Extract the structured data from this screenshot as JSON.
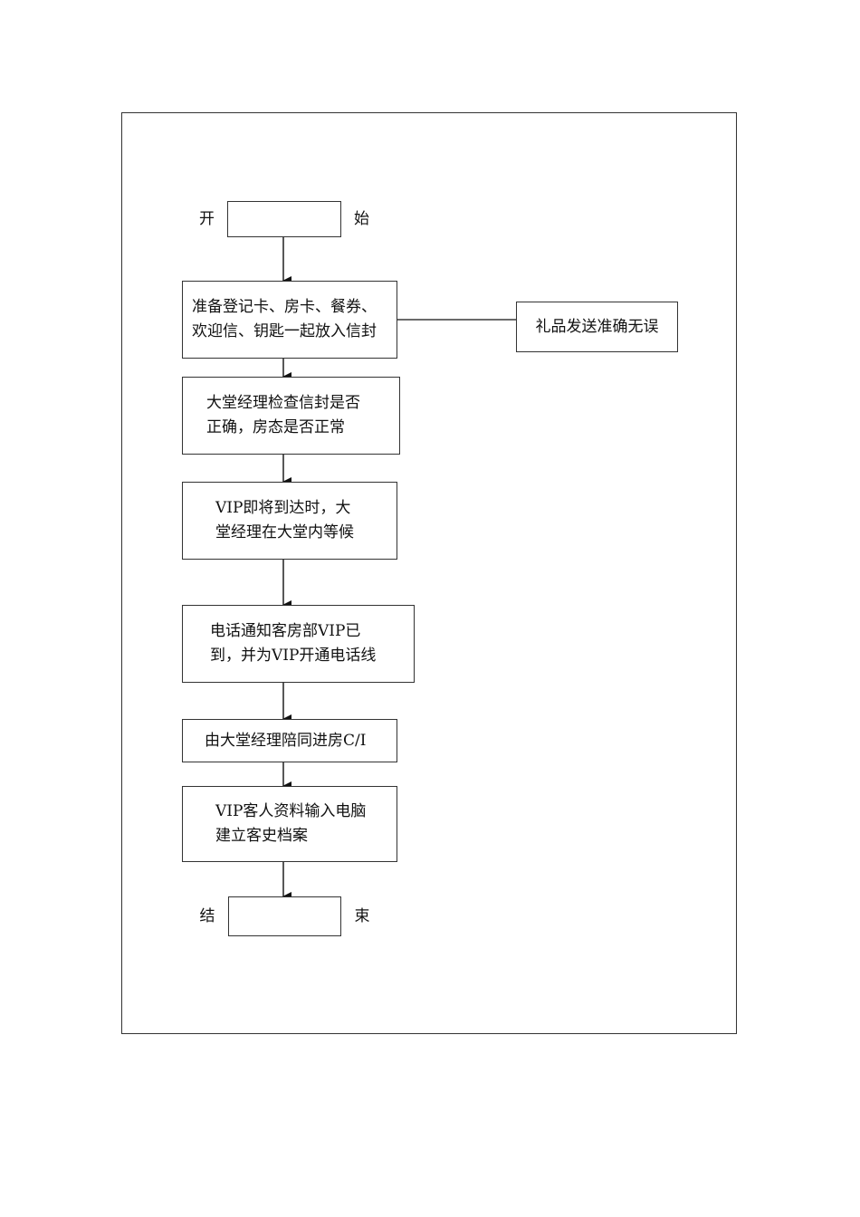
{
  "flowchart": {
    "start": "开　　始",
    "step1": {
      "lines": [
        "准备登记卡、房卡、餐券、",
        "欢迎信、钥匙一起放入信封"
      ]
    },
    "side_note": "礼品发送准确无误",
    "step2": {
      "lines": [
        "大堂经理检查信封是否",
        "正确，房态是否正常"
      ]
    },
    "step3": {
      "lines": [
        "VIP即将到达时，大",
        "堂经理在大堂内等候"
      ]
    },
    "step4": {
      "lines": [
        "电话通知客房部VIP已",
        "到，并为VIP开通电话线"
      ]
    },
    "step5": {
      "lines": [
        "由大堂经理陪同进房C/I"
      ]
    },
    "step6": {
      "lines": [
        "VIP客人资料输入电脑",
        "建立客史档案"
      ]
    },
    "end": "结　　束"
  },
  "colors": {
    "stroke": "#333333",
    "text": "#111111",
    "background": "#ffffff"
  }
}
